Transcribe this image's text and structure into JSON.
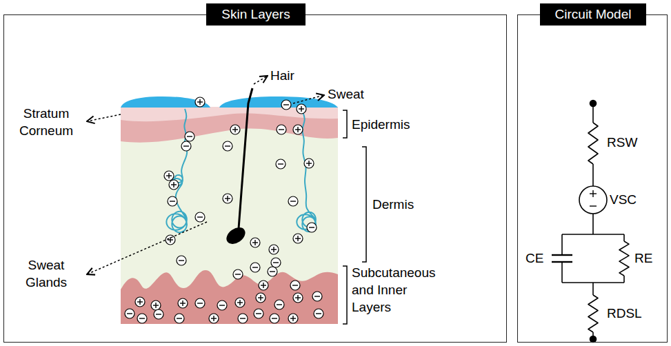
{
  "diagram": {
    "nodes": [
      {
        "text": [
          "Skin Layers"
        ]
      },
      {
        "text": [
          "Circuit Model"
        ]
      }
    ],
    "labels": [
      "Hair",
      "Sweat",
      "Stratum Corneum",
      "Epidermis",
      "Dermis",
      "Sweat Glands",
      "Subcutaneous and Inner Layers",
      "RSW",
      "VSC",
      "CE",
      "RE",
      "RDSL"
    ]
  }
}
